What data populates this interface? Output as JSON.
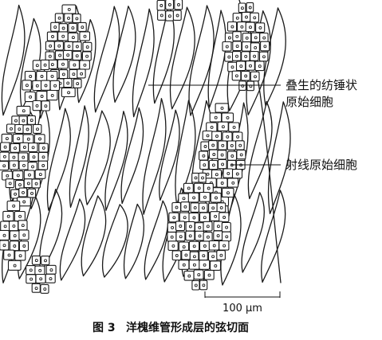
{
  "labels": {
    "fusiform_line1": "叠生的纺锤状",
    "fusiform_line2": "原始细胞",
    "ray": "射线原始细胞"
  },
  "scale_bar": {
    "label": "100 μm"
  },
  "caption": {
    "figure_no": "图 3",
    "text": "洋槐维管形成层的弦切面"
  }
}
